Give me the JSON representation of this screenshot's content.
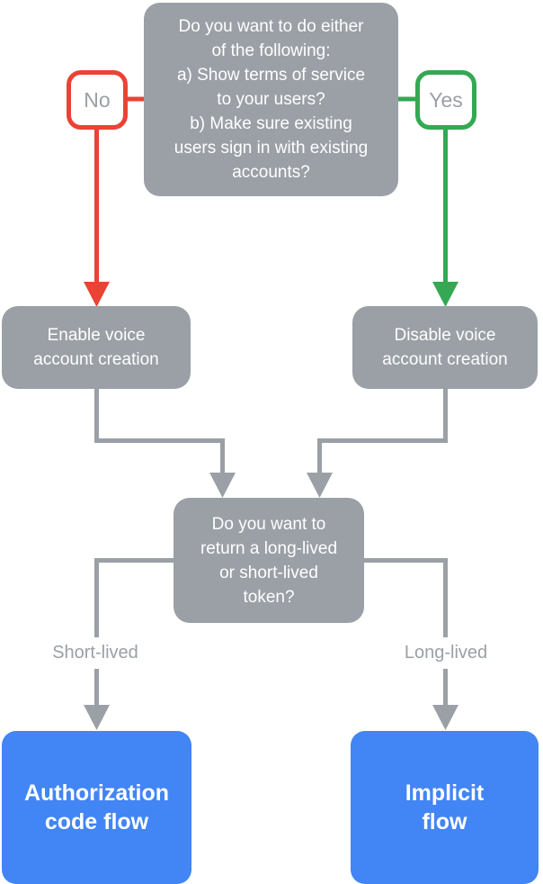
{
  "diagram": {
    "title": "voice account creation decision flowchart",
    "colors": {
      "box_gray": "#9AA0A6",
      "no_red": "#EA4335",
      "yes_green": "#34A853",
      "result_blue": "#4285F4",
      "text_on_box": "#FFFFFF",
      "chip_text_gray": "#9AA0A6",
      "background": "#FFFFFF"
    },
    "nodes": {
      "question1": {
        "text": "Do you want to do either\nof the following:\na) Show terms of service\nto your users?\nb) Make sure existing\nusers sign in with existing\naccounts?"
      },
      "no_badge": {
        "label": "No"
      },
      "yes_badge": {
        "label": "Yes"
      },
      "enable": {
        "text": "Enable voice\naccount creation"
      },
      "disable": {
        "text": "Disable voice\naccount creation"
      },
      "question2": {
        "text": "Do you want to\nreturn a long-lived\nor short-lived\ntoken?"
      },
      "short_lived": {
        "label": "Short-lived"
      },
      "long_lived": {
        "label": "Long-lived"
      },
      "auth_code": {
        "text": "Authorization\ncode flow"
      },
      "implicit": {
        "text": "Implicit\nflow"
      }
    }
  }
}
